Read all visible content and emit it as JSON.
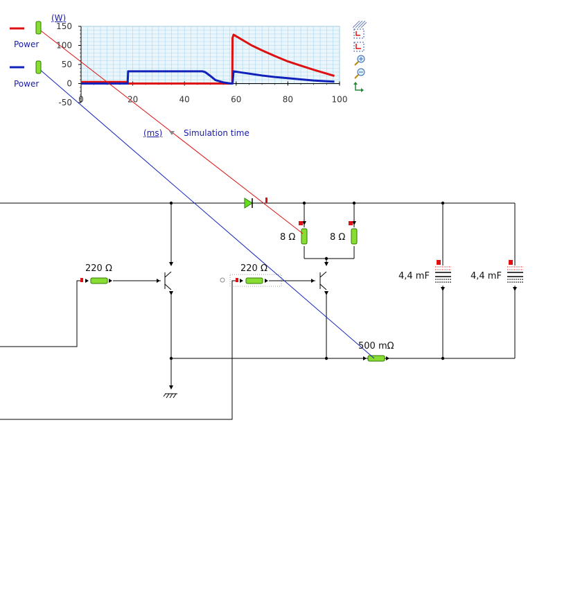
{
  "legend": [
    {
      "label": "Power",
      "color": "#dd1111"
    },
    {
      "label": "Power",
      "color": "#1122bb"
    }
  ],
  "y_unit": "(W)",
  "x_unit": "(ms)",
  "x_axis_label": "Simulation time",
  "toolbar": [
    "autoscale-icon",
    "fit-x-icon",
    "fit-y-icon",
    "zoom-in-icon",
    "zoom-out-icon",
    "rescale-icon"
  ],
  "chart_data": {
    "type": "line",
    "xlim": [
      0,
      100
    ],
    "ylim": [
      -50,
      150
    ],
    "x_ticks": [
      "0",
      "20",
      "40",
      "60",
      "80",
      "100"
    ],
    "y_ticks": [
      "150",
      "100",
      "50",
      "0",
      "-50"
    ],
    "grid": true,
    "series": [
      {
        "name": "Power",
        "color": "#dd1111",
        "x": [
          0,
          18,
          18.2,
          58.5,
          58.6,
          59,
          62,
          66,
          70,
          75,
          80,
          85,
          90,
          95,
          98
        ],
        "y": [
          4,
          4,
          0,
          0,
          120,
          128,
          116,
          100,
          87,
          72,
          58,
          47,
          36,
          26,
          20
        ]
      },
      {
        "name": "Power",
        "color": "#1122bb",
        "x": [
          0,
          18,
          18.2,
          47,
          48,
          50,
          52,
          55,
          58,
          58.6,
          59,
          62,
          66,
          70,
          75,
          80,
          85,
          90,
          95,
          98
        ],
        "y": [
          0,
          0,
          32,
          32,
          30,
          20,
          9,
          3,
          0,
          0,
          32,
          29,
          25,
          21,
          17,
          14,
          11,
          8,
          6,
          5
        ]
      }
    ]
  },
  "components": {
    "r_left": "220 Ω",
    "r_mid": "220 Ω",
    "r_load1": "8 Ω",
    "r_load2": "8 Ω",
    "c1": "4,4 mF",
    "c2": "4,4 mF",
    "r_sense": "500 mΩ"
  }
}
